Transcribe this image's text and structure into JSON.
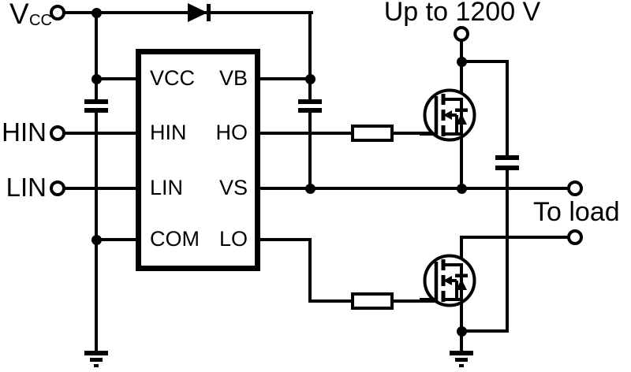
{
  "diagram": {
    "type": "half-bridge gate-driver circuit schematic",
    "colors": {
      "line": "#000000",
      "background": "#ffffff"
    },
    "labels": {
      "vcc_main": "V",
      "vcc_sub": "CC",
      "hin": "HIN",
      "lin": "LIN",
      "bus_voltage": "Up to 1200 V",
      "load": "To load"
    },
    "ic": {
      "pins_left": [
        "VCC",
        "HIN",
        "LIN",
        "COM"
      ],
      "pins_right": [
        "VB",
        "HO",
        "VS",
        "LO"
      ]
    },
    "components": [
      "bootstrap-diode",
      "vcc-decoupling-capacitor",
      "bootstrap-capacitor",
      "dc-bus-capacitor",
      "gate-resistor-high-side",
      "gate-resistor-low-side",
      "mosfet-high-side",
      "mosfet-low-side",
      "ground-left",
      "ground-right"
    ]
  }
}
